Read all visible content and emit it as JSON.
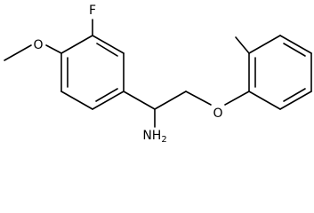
{
  "diagram": {
    "type": "chemical-structure",
    "atoms": {
      "fluorine": "F",
      "methoxy_oxygen": "O",
      "ether_oxygen": "O",
      "amine": "NH2"
    },
    "colors": {
      "line": "#000000",
      "background": "#ffffff"
    }
  }
}
